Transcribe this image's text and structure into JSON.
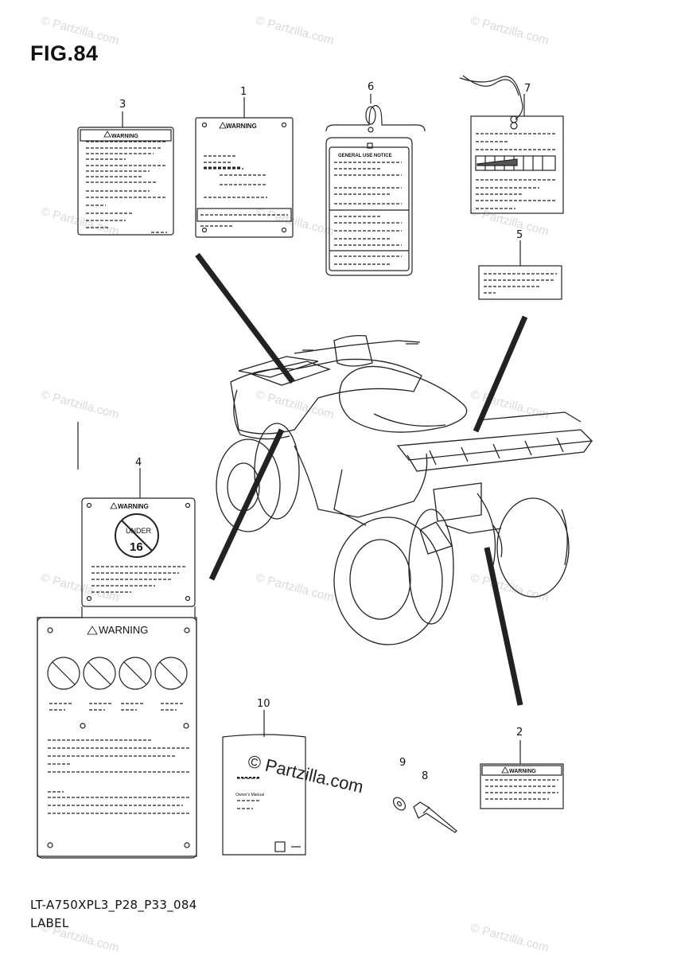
{
  "figure": {
    "title": "FIG.84"
  },
  "callouts": [
    "1",
    "2",
    "3",
    "4",
    "5",
    "6",
    "7",
    "8",
    "9",
    "10"
  ],
  "labels": {
    "warning": "WARNING",
    "general_use_notice": "GENERAL USE NOTICE",
    "under": "UNDER",
    "age": "16",
    "owners_manual": "Owner's Manual"
  },
  "footer": {
    "code": "LT-A750XPL3_P28_P33_084",
    "caption": "LABEL"
  },
  "watermark": {
    "text": "© Partzilla.com",
    "large_text": "© Partzilla.com"
  }
}
